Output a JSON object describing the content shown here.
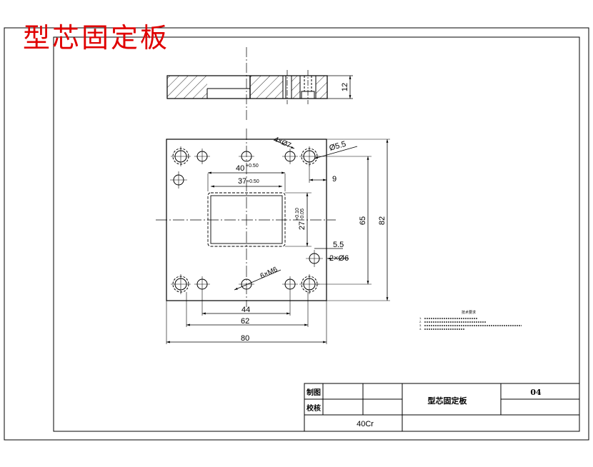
{
  "drawing_title": "型芯固定板",
  "dimensions": {
    "thickness": "12",
    "hole_callout_top": "4×Ø7",
    "hole_dia_small": "Ø5.5",
    "width_40": "40",
    "tol_40": "+0.50",
    "width_37": "37",
    "tol_37": "+0.50",
    "height_27": "27",
    "tol_27_upper": "+0.10",
    "tol_27_lower": "-0.05",
    "offset_9": "9",
    "span_65": "65",
    "span_82": "82",
    "offset_5_5": "5.5",
    "pin_holes": "2×Ø6",
    "screw_holes": "6×M6",
    "span_44": "44",
    "span_62": "62",
    "span_80": "80"
  },
  "notes": {
    "heading": "技术要求",
    "lines": [
      "1.",
      "2.",
      "3.",
      "4."
    ]
  },
  "title_block": {
    "drawn_label": "制图",
    "checked_label": "校核",
    "part_name": "型芯固定板",
    "drawing_no": "04",
    "material": "40Cr"
  },
  "colors": {
    "title_red": "#e00000",
    "line": "#000000",
    "hatch": "#000000"
  }
}
